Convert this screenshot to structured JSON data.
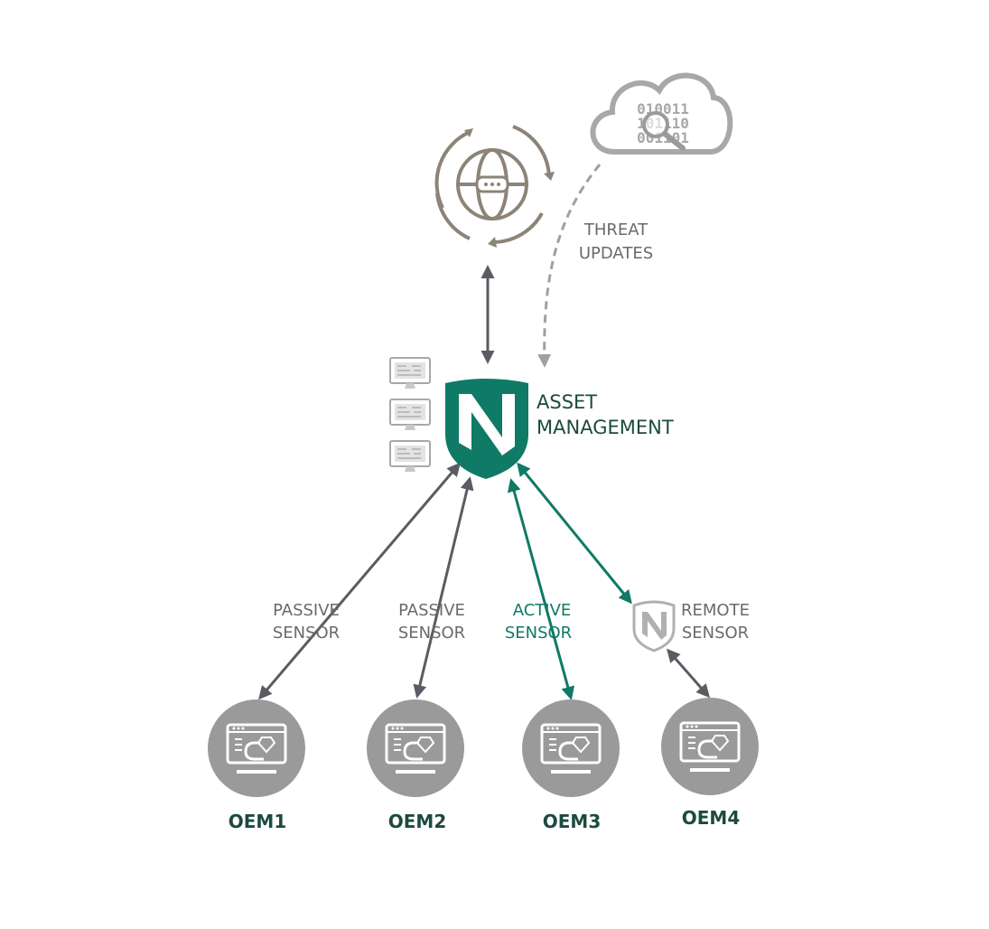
{
  "cloud": {
    "binary_lines": [
      "010011",
      "101110",
      "001101"
    ]
  },
  "threat_updates": {
    "line1": "THREAT",
    "line2": "UPDATES"
  },
  "asset_management": {
    "line1": "ASSET",
    "line2": "MANAGEMENT"
  },
  "sensors": [
    {
      "line1": "PASSIVE",
      "line2": "SENSOR",
      "color": "#6a6a6a"
    },
    {
      "line1": "PASSIVE",
      "line2": "SENSOR",
      "color": "#6a6a6a"
    },
    {
      "line1": "ACTIVE",
      "line2": "SENSOR",
      "color": "#0f7a66"
    },
    {
      "line1": "REMOTE",
      "line2": "SENSOR",
      "color": "#6a6a6a"
    }
  ],
  "oems": [
    {
      "label": "OEM1"
    },
    {
      "label": "OEM2"
    },
    {
      "label": "OEM3"
    },
    {
      "label": "OEM4"
    }
  ],
  "colors": {
    "brand_green": "#0f7a66",
    "arrow_gray": "#5b5b63",
    "icon_gray": "#9a9a9a",
    "globe_taupe": "#8c8478"
  }
}
